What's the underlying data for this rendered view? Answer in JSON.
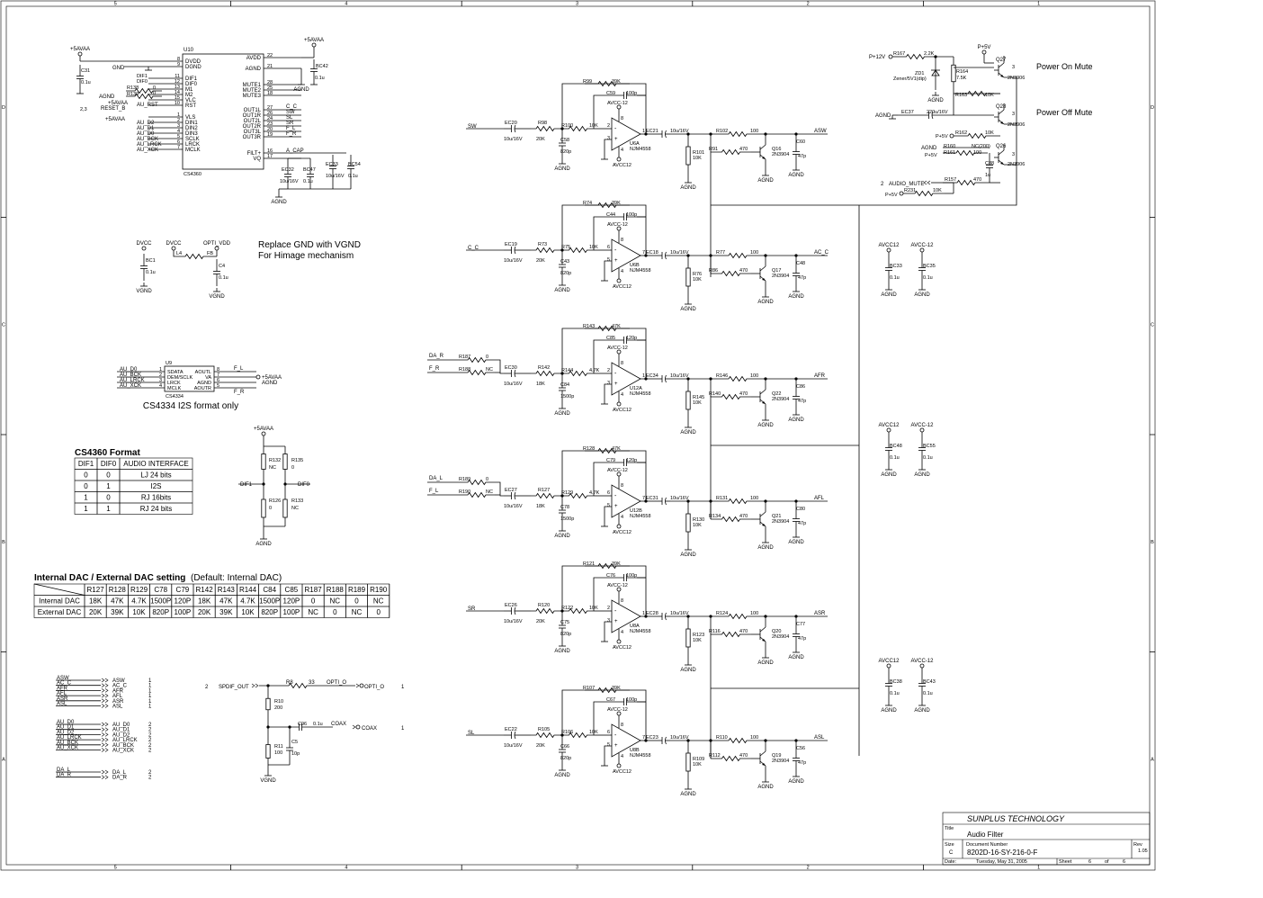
{
  "title_block": {
    "company": "SUNPLUS TECHNOLOGY",
    "title_label": "Title",
    "title": "Audio Filter",
    "size_label": "Size",
    "size": "C",
    "docnum_label": "Document Number",
    "docnum": "8202D-16-SY-216-0-F",
    "rev_label": "Rev",
    "rev": "1.05",
    "date_label": "Date:",
    "date": "Tuesday, May 31, 2005",
    "sheet_label": "Sheet",
    "sheet_num": "6",
    "of_label": "of",
    "sheet_total": "6"
  },
  "border": {
    "cols": [
      "5",
      "4",
      "3",
      "2",
      "1"
    ],
    "rows": [
      "D",
      "C",
      "B",
      "A"
    ]
  },
  "u10": {
    "ref": "U10",
    "part": "CS4360",
    "left_pins": [
      {
        "num": "8",
        "name": "DVDD"
      },
      {
        "num": "9",
        "name": "DGND"
      },
      {
        "num": "11",
        "name": "DIF1"
      },
      {
        "num": "12",
        "name": "DIF0"
      },
      {
        "num": "13",
        "name": "M1"
      },
      {
        "num": "14",
        "name": "M2"
      },
      {
        "num": "15",
        "name": "VLC"
      },
      {
        "num": "10",
        "name": "RST"
      },
      {
        "num": "1",
        "name": "VLS"
      },
      {
        "num": "2",
        "name": "DIN1"
      },
      {
        "num": "3",
        "name": "DIN2"
      },
      {
        "num": "4",
        "name": "DIN3"
      },
      {
        "num": "5",
        "name": "SCLK"
      },
      {
        "num": "6",
        "name": "LRCK"
      },
      {
        "num": "7",
        "name": "MCLK"
      }
    ],
    "right_pins": [
      {
        "num": "22",
        "name": "AVDD"
      },
      {
        "num": "21",
        "name": "AGND"
      },
      {
        "num": "28",
        "name": "MUTE1"
      },
      {
        "num": "25",
        "name": "MUTE2"
      },
      {
        "num": "18",
        "name": "MUTE3"
      },
      {
        "num": "27",
        "name": "OUT1L"
      },
      {
        "num": "26",
        "name": "OUT1R"
      },
      {
        "num": "24",
        "name": "OUT2L"
      },
      {
        "num": "23",
        "name": "OUT2R"
      },
      {
        "num": "20",
        "name": "OUT3L"
      },
      {
        "num": "19",
        "name": "OUT3R"
      },
      {
        "num": "16",
        "name": "FILT+"
      },
      {
        "num": "17",
        "name": "VQ"
      }
    ],
    "left_nets": [
      "GND",
      "DIF1",
      "DIF0",
      "R138",
      "R139",
      "AGND",
      "+5AVAA",
      "AU_RST",
      "RESET_B",
      "+5AVAA",
      "AU_D2",
      "AU_D1",
      "AU_D0",
      "AU_BCK",
      "AU_LRCK",
      "AU_XCK"
    ],
    "right_nets": [
      "C_C",
      "SW",
      "SL",
      "SR",
      "F_L",
      "F_R",
      "A_CAP"
    ],
    "misc": [
      "+5AVAA",
      "C31",
      "0.1u",
      "2,3",
      "0",
      "0",
      "+5AVAA",
      "BC42",
      "0.1u",
      "AGND",
      "EC32",
      "10u/16V",
      "BC47",
      "0.1u",
      "EC33",
      "10u/16V",
      "BC54",
      "0.1u",
      "AGND"
    ]
  },
  "vgnd_note": {
    "line1": "Replace GND with VGND",
    "line2": "For Himage mechanism",
    "parts": [
      "DVCC",
      "BC1",
      "0.1u",
      "VGND",
      "DVCC",
      "L4",
      "FB",
      "OPTI_VDD",
      "C4",
      "0.1u",
      "VGND"
    ]
  },
  "u9": {
    "ref": "U9",
    "part": "CS4334",
    "caption": "CS4334 I2S format only",
    "left_pins": [
      {
        "num": "1",
        "name": "SDATA",
        "net": "AU_D0"
      },
      {
        "num": "2",
        "name": "DEM/SCLK",
        "net": "AU_BCK"
      },
      {
        "num": "3",
        "name": "LRCK",
        "net": "AU_LRCK"
      },
      {
        "num": "4",
        "name": "MCLK",
        "net": "AU_XCK"
      }
    ],
    "right_pins": [
      {
        "num": "8",
        "name": "AOUTL",
        "net": "F_L"
      },
      {
        "num": "7",
        "name": "VA",
        "net": "+5AVAA"
      },
      {
        "num": "6",
        "name": "AGND",
        "net": "AGND"
      },
      {
        "num": "5",
        "name": "AOUTR",
        "net": "F_R"
      }
    ]
  },
  "dif_net": {
    "labels": [
      "+5AVAA",
      "R132",
      "NC",
      "R135",
      "0",
      "DIF1",
      "DIF0",
      "R126",
      "0",
      "R133",
      "NC",
      "AGND"
    ]
  },
  "format_table": {
    "title": "CS4360 Format",
    "headers": [
      "DIF1",
      "DIF0",
      "AUDIO INTERFACE"
    ],
    "rows": [
      [
        "0",
        "0",
        "LJ 24 bits"
      ],
      [
        "0",
        "1",
        "I2S"
      ],
      [
        "1",
        "0",
        "RJ 16bits"
      ],
      [
        "1",
        "1",
        "RJ 24 bits"
      ]
    ]
  },
  "dac_table": {
    "title": "Internal DAC / External DAC setting",
    "subtitle": "(Default: Internal DAC)",
    "headers": [
      "R127",
      "R128",
      "R129",
      "C78",
      "C79",
      "R142",
      "R143",
      "R144",
      "C84",
      "C85",
      "R187",
      "R188",
      "R189",
      "R190"
    ],
    "rows": [
      {
        "label": "Internal DAC",
        "cells": [
          "18K",
          "47K",
          "4.7K",
          "1500P",
          "120P",
          "18K",
          "47K",
          "4.7K",
          "1500P",
          "120P",
          "0",
          "NC",
          "0",
          "NC"
        ]
      },
      {
        "label": "External DAC",
        "cells": [
          "20K",
          "39K",
          "10K",
          "820P",
          "100P",
          "20K",
          "39K",
          "10K",
          "820P",
          "100P",
          "NC",
          "0",
          "NC",
          "0"
        ]
      }
    ]
  },
  "connectors": {
    "analog": [
      {
        "net": "ASW",
        "port": "ASW",
        "page": "1"
      },
      {
        "net": "AC_C",
        "port": "AC_C",
        "page": "1"
      },
      {
        "net": "AFR",
        "port": "AFR",
        "page": "1"
      },
      {
        "net": "AFL",
        "port": "AFL",
        "page": "1"
      },
      {
        "net": "ASR",
        "port": "ASR",
        "page": "1"
      },
      {
        "net": "ASL",
        "port": "ASL",
        "page": "1"
      }
    ],
    "digital": [
      {
        "net": "AU_D0",
        "port": "AU_D0",
        "page": "2"
      },
      {
        "net": "AU_D1",
        "port": "AU_D1",
        "page": "2"
      },
      {
        "net": "AU_D2",
        "port": "AU_D2",
        "page": "2"
      },
      {
        "net": "AU_LRCK",
        "port": "AU_LRCK",
        "page": "2"
      },
      {
        "net": "AU_BCK",
        "port": "AU_BCK",
        "page": "2"
      },
      {
        "net": "AU_XCK",
        "port": "AU_XCK",
        "page": "2"
      }
    ],
    "da": [
      {
        "net": "DA_L",
        "port": "DA_L",
        "page": "2"
      },
      {
        "net": "DA_R",
        "port": "DA_R",
        "page": "2"
      }
    ]
  },
  "spdif": {
    "labels": [
      "2",
      "SPDIF_OUT",
      "R8",
      "33",
      "OPTI_O",
      "1",
      "R10",
      "200",
      "C96",
      "0.1u",
      "COAX",
      "1",
      "R11",
      "100",
      "C5",
      "10p",
      "VGND"
    ]
  },
  "mute": {
    "power_on": "Power On Mute",
    "power_off": "Power Off Mute",
    "labels": [
      "P+12V",
      "R167",
      "2.2K",
      "ZD1",
      "Zener/5V1(dip)",
      "AGND",
      "R164",
      "7.5K",
      "P+5V",
      "Q27",
      "2N3906",
      "R163",
      "10K",
      "AGND",
      "EC37",
      "220u/16V",
      "Q28",
      "2N3906",
      "P+5V",
      "R162",
      "10K",
      "AGND",
      "R160",
      "NC(200)",
      "P+5V",
      "R161",
      "100",
      "Q26",
      "2N3906",
      "C88",
      "1u",
      "2",
      "AUDIO_MUTE",
      "R157",
      "470",
      "P+5V",
      "R231",
      "10K"
    ]
  },
  "channels": [
    {
      "in": "SW",
      "ec_in": "EC20",
      "ec_in_v": "10u/16V",
      "rin": "R98",
      "rin_v": "20K",
      "cin": "C58",
      "cin_v": "820p",
      "rser": "R100",
      "rser_v": "10K",
      "rfb": "R99",
      "rfb_v": "39K",
      "cfb": "C59",
      "cfb_v": "100p",
      "u": "U6A",
      "u_part": "NJM4558",
      "ec_out": "EC21",
      "ec_out_v": "10u/16V",
      "rsh": "R101",
      "rsh_v": "10K",
      "rs": "R102",
      "rs_v": "100",
      "rb": "R91",
      "rb_v": "470",
      "q": "Q16",
      "q_part": "2N3904",
      "cc": "C60",
      "cc_v": "47p",
      "out": "ASW",
      "pin_pos": "3",
      "pin_neg": "2",
      "pin_out": "1"
    },
    {
      "in": "C_C",
      "ec_in": "EC19",
      "ec_in_v": "10u/16V",
      "rin": "R73",
      "rin_v": "20K",
      "cin": "C43",
      "cin_v": "820p",
      "rser": "R75",
      "rser_v": "10K",
      "rfb": "R74",
      "rfb_v": "39K",
      "cfb": "C44",
      "cfb_v": "100p",
      "u": "U6B",
      "u_part": "NJM4558",
      "ec_out": "EC18",
      "ec_out_v": "10u/16V",
      "rsh": "R76",
      "rsh_v": "10K",
      "rs": "R77",
      "rs_v": "100",
      "rb": "R86",
      "rb_v": "470",
      "q": "Q17",
      "q_part": "2N3904",
      "cc": "C48",
      "cc_v": "47p",
      "out": "AC_C",
      "pin_pos": "5",
      "pin_neg": "6",
      "pin_out": "7"
    },
    {
      "in": "F_R",
      "ec_in": "EC30",
      "ec_in_v": "10u/16V",
      "rin": "R142",
      "rin_v": "18K",
      "cin": "C84",
      "cin_v": "1500p",
      "rser": "R144",
      "rser_v": "4.7K",
      "rfb": "R143",
      "rfb_v": "47K",
      "cfb": "C85",
      "cfb_v": "120p",
      "u": "U12A",
      "u_part": "NJM4558",
      "ec_out": "EC34",
      "ec_out_v": "10u/16V",
      "rsh": "R145",
      "rsh_v": "10K",
      "rs": "R146",
      "rs_v": "100",
      "rb": "R140",
      "rb_v": "470",
      "q": "Q22",
      "q_part": "2N3904",
      "cc": "C86",
      "cc_v": "47p",
      "out": "AFR",
      "pin_pos": "3",
      "pin_neg": "2",
      "pin_out": "1",
      "dual": {
        "a": "DA_R",
        "ra": "R187",
        "ra_v": "0",
        "b": "F_R",
        "rb": "R188",
        "rb_v": "NC"
      }
    },
    {
      "in": "F_L",
      "ec_in": "EC27",
      "ec_in_v": "10u/16V",
      "rin": "R127",
      "rin_v": "18K",
      "cin": "C78",
      "cin_v": "1500p",
      "rser": "R129",
      "rser_v": "4.7K",
      "rfb": "R128",
      "rfb_v": "47K",
      "cfb": "C79",
      "cfb_v": "120p",
      "u": "U12B",
      "u_part": "NJM4558",
      "ec_out": "EC31",
      "ec_out_v": "10u/16V",
      "rsh": "R130",
      "rsh_v": "10K",
      "rs": "R131",
      "rs_v": "100",
      "rb": "R134",
      "rb_v": "470",
      "q": "Q21",
      "q_part": "2N3904",
      "cc": "C80",
      "cc_v": "47p",
      "out": "AFL",
      "pin_pos": "5",
      "pin_neg": "6",
      "pin_out": "7",
      "dual": {
        "a": "DA_L",
        "ra": "R189",
        "ra_v": "0",
        "b": "F_L",
        "rb": "R190",
        "rb_v": "NC"
      }
    },
    {
      "in": "SR",
      "ec_in": "EC26",
      "ec_in_v": "10u/16V",
      "rin": "R120",
      "rin_v": "20K",
      "cin": "C75",
      "cin_v": "820p",
      "rser": "R122",
      "rser_v": "10K",
      "rfb": "R121",
      "rfb_v": "39K",
      "cfb": "C76",
      "cfb_v": "100p",
      "u": "U8A",
      "u_part": "NJM4558",
      "ec_out": "EC28",
      "ec_out_v": "10u/16V",
      "rsh": "R123",
      "rsh_v": "10K",
      "rs": "R124",
      "rs_v": "100",
      "rb": "R116",
      "rb_v": "470",
      "q": "Q20",
      "q_part": "2N3904",
      "cc": "C77",
      "cc_v": "47p",
      "out": "ASR",
      "pin_pos": "3",
      "pin_neg": "2",
      "pin_out": "1"
    },
    {
      "in": "SL",
      "ec_in": "EC22",
      "ec_in_v": "10u/16V",
      "rin": "R105",
      "rin_v": "20K",
      "cin": "C66",
      "cin_v": "820p",
      "rser": "R106",
      "rser_v": "10K",
      "rfb": "R107",
      "rfb_v": "39K",
      "cfb": "C67",
      "cfb_v": "100p",
      "u": "U8B",
      "u_part": "NJM4558",
      "ec_out": "EC23",
      "ec_out_v": "10u/16V",
      "rsh": "R109",
      "rsh_v": "10K",
      "rs": "R110",
      "rs_v": "100",
      "rb": "R112",
      "rb_v": "470",
      "q": "Q19",
      "q_part": "2N3904",
      "cc": "C56",
      "cc_v": "47p",
      "out": "ASL",
      "pin_pos": "5",
      "pin_neg": "6",
      "pin_out": "7"
    }
  ],
  "common": {
    "supply": "AVCC-12",
    "supply2": "AVCC12",
    "gnd": "AGND",
    "power_pins": [
      "8",
      "4"
    ]
  },
  "decouple": [
    {
      "s1": "AVCC12",
      "c1": "BC33",
      "v1": "0.1u",
      "s2": "AVCC-12",
      "c2": "BC35",
      "v2": "0.1u"
    },
    {
      "s1": "AVCC12",
      "c1": "BC48",
      "v1": "0.1u",
      "s2": "AVCC-12",
      "c2": "BC55",
      "v2": "0.1u"
    },
    {
      "s1": "AVCC12",
      "c1": "BC38",
      "v1": "0.1u",
      "s2": "AVCC-12",
      "c2": "BC43",
      "v2": "0.1u"
    }
  ]
}
